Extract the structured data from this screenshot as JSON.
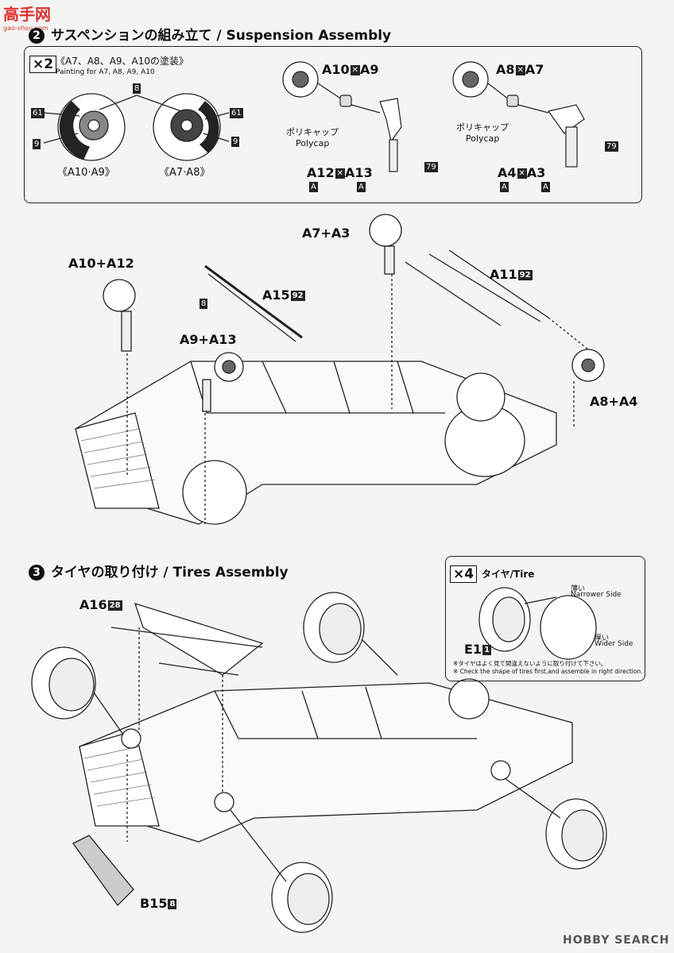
{
  "watermark_top": "高手网",
  "watermark_top_url": "gao-shou.com",
  "step2": {
    "number": "2",
    "title": "サスペンションの組み立て / Suspension Assembly",
    "inset": {
      "multiplier": "×2",
      "heading": "《A7、A8、A9、A10の塗装》",
      "subheading": "Painting for A7, A8, A9, A10",
      "color_8": "8",
      "color_61a": "61",
      "color_9a": "9",
      "color_61b": "61",
      "color_9b": "9",
      "label_left": "《A10·A9》",
      "label_right": "《A7·A8》",
      "pair1_top": "A10",
      "pair1_top_b": "A9",
      "pair1_bottom": "A12",
      "pair1_bottom_b": "A13",
      "pair1_sub_a": "A",
      "pair1_sub_b": "A",
      "polycap_jp_1": "ポリキャップ",
      "polycap_en_1": "Polycap",
      "color_79a": "79",
      "pair2_top": "A8",
      "pair2_top_b": "A7",
      "pair2_bottom": "A4",
      "pair2_bottom_b": "A3",
      "pair2_sub_a": "A",
      "pair2_sub_b": "A",
      "polycap_jp_2": "ポリキャップ",
      "polycap_en_2": "Polycap",
      "color_79b": "79"
    },
    "labels": {
      "a7a3": "A7+A3",
      "a10a12": "A10+A12",
      "a11": "A11",
      "a11_color": "92",
      "a15": "A15",
      "a15_color": "92",
      "paint_8": "8",
      "a9a13": "A9+A13",
      "a8a4": "A8+A4"
    }
  },
  "step3": {
    "number": "3",
    "title": "タイヤの取り付け / Tires Assembly",
    "a16": "A16",
    "a16_color": "28",
    "b15": "B15",
    "b15_color": "8",
    "inset": {
      "multiplier": "×4",
      "heading": "タイヤ/Tire",
      "narrow_jp": "薄い",
      "narrow_en": "Narrower Side",
      "wide_jp": "厚い",
      "wide_en": "Wider Side",
      "e1": "E1",
      "e1_color": "1",
      "note_jp": "※タイヤはよく見て間違えないように取り付けて下さい。",
      "note_en": "※ Check the shape of tires first,and assemble in right direction."
    }
  },
  "footer_watermark": "HOBBY SEARCH"
}
